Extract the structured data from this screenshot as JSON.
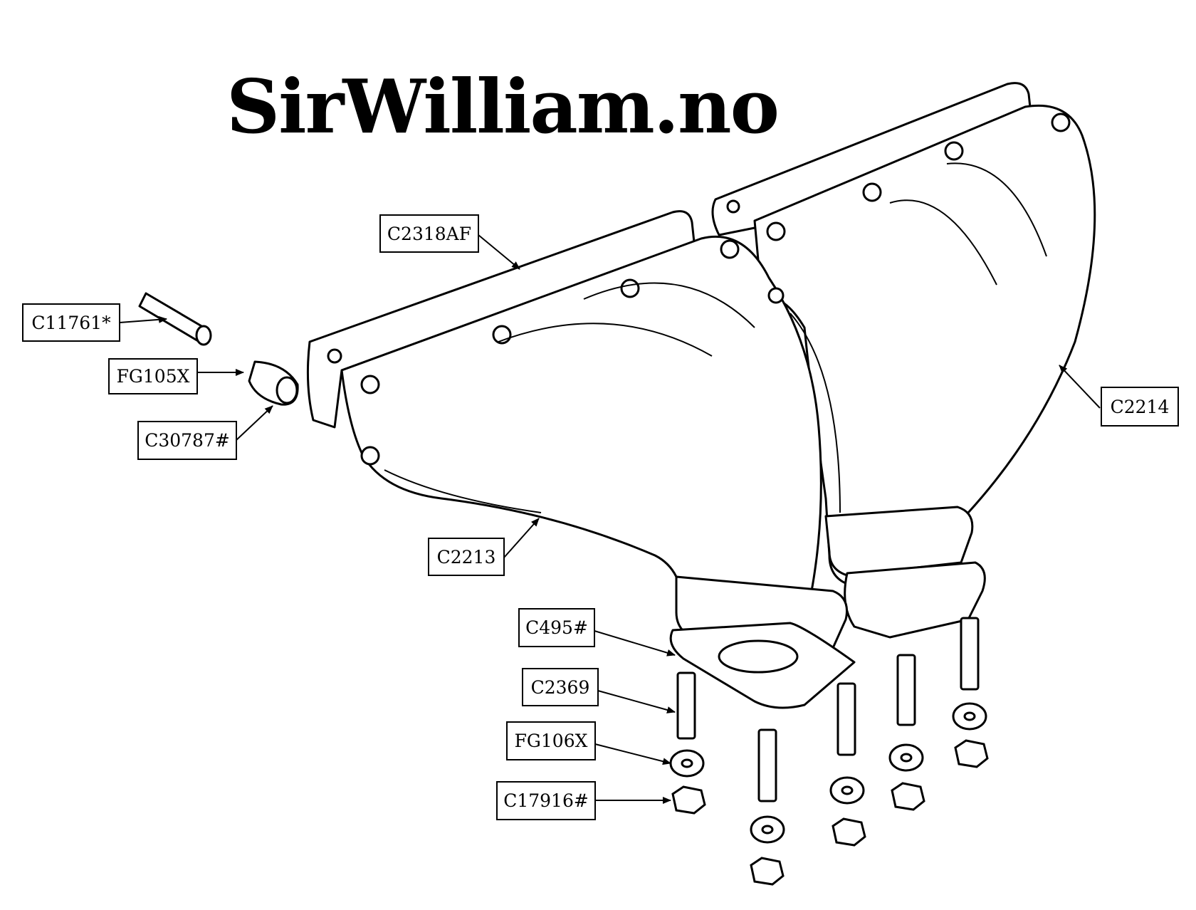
{
  "watermark": "SirWilliam.no",
  "labels": {
    "gasket": "C2318AF",
    "pipe": "C11761*",
    "adaptor": "FG105X",
    "washer_small": "C30787#",
    "manifold_front": "C2213",
    "manifold_rear": "C2214",
    "flange_gasket": "C495#",
    "stud": "C2369",
    "spring_washer": "FG106X",
    "nut": "C17916#"
  },
  "colors": {
    "line": "#000000",
    "background": "#ffffff"
  }
}
